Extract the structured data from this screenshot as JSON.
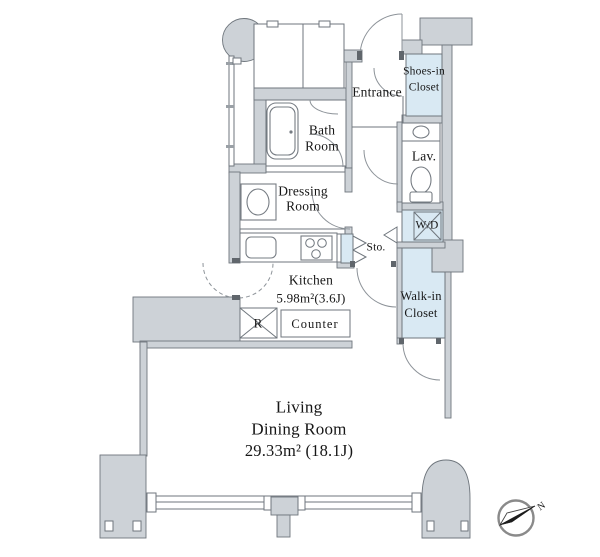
{
  "meta": {
    "type": "apartment-floor-plan"
  },
  "colors": {
    "wall_fill": "#cdd2d7",
    "closet_fill": "#d9e9f3",
    "line": "#6f767d",
    "text": "#161616"
  },
  "rooms": {
    "entrance": {
      "label": "Entrance"
    },
    "shoes_closet": {
      "line1": "Shoes-in",
      "line2": "Closet"
    },
    "bath": {
      "line1": "Bath",
      "line2": "Room"
    },
    "lav": {
      "label": "Lav."
    },
    "dressing": {
      "line1": "Dressing",
      "line2": "Room"
    },
    "wd": {
      "label": "W/D"
    },
    "sto": {
      "label": "Sto."
    },
    "kitchen": {
      "name": "Kitchen",
      "area": "5.98m²(3.6J)"
    },
    "refrigerator": {
      "label": "R"
    },
    "counter": {
      "label": "Counter"
    },
    "walkin_closet": {
      "line1": "Walk-in",
      "line2": "Closet"
    },
    "living": {
      "line1": "Living",
      "line2": "Dining Room",
      "area": "29.33m² (18.1J)"
    }
  },
  "compass": {
    "north_label": "N"
  }
}
